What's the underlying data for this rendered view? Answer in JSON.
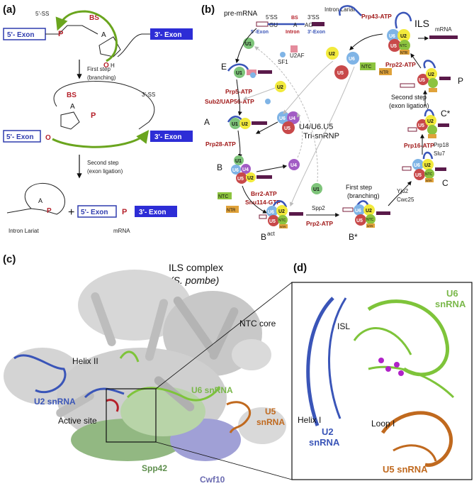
{
  "panels": {
    "a": "(a)",
    "b": "(b)",
    "c": "(c)",
    "d": "(d)"
  },
  "panel_a": {
    "ss5": "5'-SS",
    "bs": "BS",
    "exon5": "5'- Exon",
    "exon3": "3'- Exon",
    "a": "A",
    "p": "P",
    "o": "O",
    "h": "H",
    "first_step": "First step",
    "branching": "(branching)",
    "ss3": "3'-SS",
    "second_step": "Second step",
    "exon_ligation": "(exon ligation)",
    "intron_lariat": "Intron Lariat",
    "plus": "+",
    "mrna": "mRNA"
  },
  "panel_b": {
    "pre_mrna": "pre-mRNA",
    "ss5": "5'SS",
    "bs": "BS",
    "ss3": "3'SS",
    "gu": "GU",
    "a": "A",
    "ag": "AG",
    "exon5": "5'-Exon",
    "intron": "Intron",
    "exon3": "3'-Exon",
    "intron_lariat": "Intron Lariat",
    "ils": "ILS",
    "mrna": "mRNA",
    "sf1": "SF1",
    "u2af": "U2AF",
    "tri_snrnp_1": "U4/U6.U5",
    "tri_snrnp_2": "Tri-snRNP",
    "second_step": "Second step",
    "exon_ligation": "(exon ligation)",
    "first_step": "First step",
    "branching": "(branching)",
    "spp2": "Spp2",
    "yju2": "Yju2",
    "cwc25": "Cwc25",
    "prp18": "Prp18",
    "slu7": "Slu7",
    "states": {
      "E": "E",
      "A": "A",
      "B": "B",
      "Bact": "B",
      "Bact_sup": "act",
      "Bstar": "B*",
      "C": "C",
      "Cstar": "C*",
      "P": "P"
    },
    "atp": {
      "prp5": "Prp5-ATP",
      "sub2": "Sub2/UAP56-ATP",
      "prp28": "Prp28-ATP",
      "brr2": "Brr2-ATP",
      "snu114": "Snu114-GTP",
      "prp2": "Prp2-ATP",
      "prp16": "Prp16-ATP",
      "prp22": "Prp22-ATP",
      "prp43": "Prp43-ATP"
    },
    "snrnp": {
      "u1": "U1",
      "u2": "U2",
      "u4": "U4",
      "u5": "U5",
      "u6": "U6",
      "ntc": "NTC",
      "ntr": "NTR"
    }
  },
  "panel_c": {
    "title_line1": "ILS complex",
    "title_line2": "(S. pombe)",
    "ntc_core": "NTC core",
    "helix2": "Helix II",
    "u2": "U2 snRNA",
    "active_site": "Active site",
    "u6": "U6 snRNA",
    "u5_line1": "U5",
    "u5_line2": "snRNA",
    "spp42": "Spp42",
    "cwf10": "Cwf10"
  },
  "panel_d": {
    "u6_line1": "U6",
    "u6_line2": "snRNA",
    "isl": "ISL",
    "helix1": "Helix I",
    "u2_line1": "U2",
    "u2_line2": "snRNA",
    "loop1": "Loop I",
    "u5": "U5 snRNA"
  },
  "colors": {
    "exon5": "#2f3cae",
    "exon3": "#2d2dd6",
    "green_arrow": "#6aa51e",
    "red_label": "#b5202a",
    "u1": "#7ec47a",
    "u2": "#f2ea3c",
    "u4": "#a25cc4",
    "u5": "#c8494a",
    "u6": "#7fb4e6",
    "ntc": "#8cc33f",
    "ntr": "#e0a23a",
    "u2_rna": "#3a55b8",
    "u6_rna": "#7ec43a",
    "u5_rna": "#c0691e"
  }
}
